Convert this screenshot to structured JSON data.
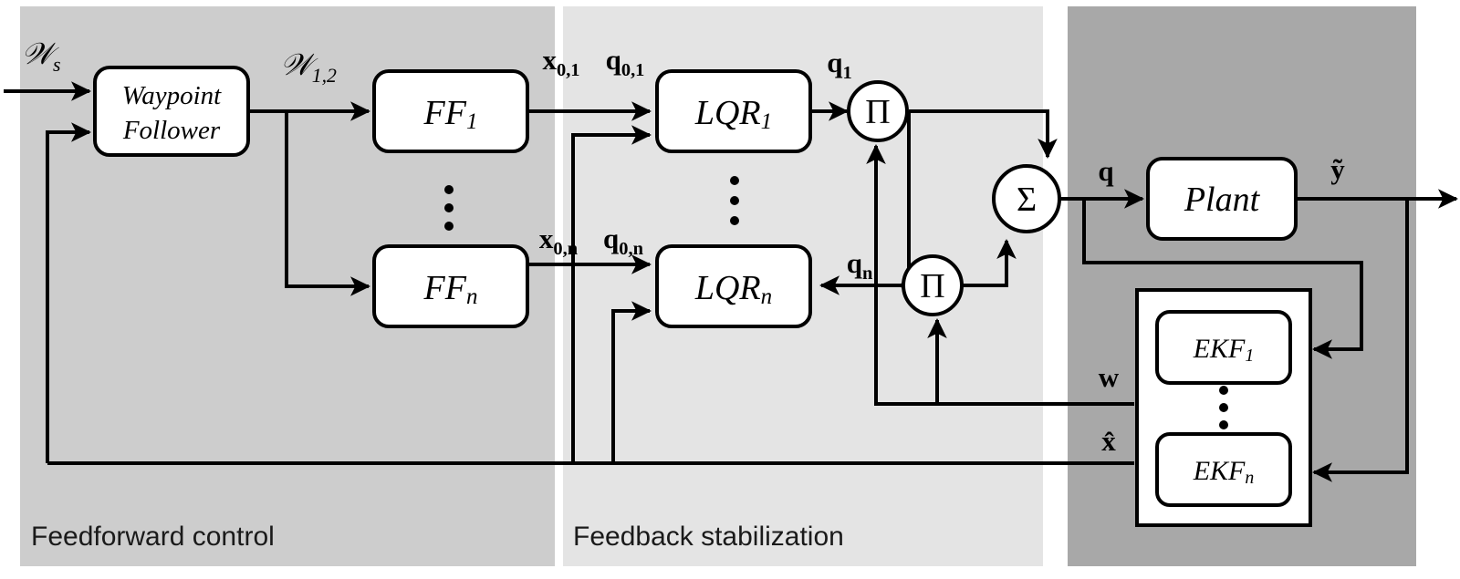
{
  "figure": {
    "type": "block-diagram",
    "title": "Hierarchical feedforward / feedback flight control architecture"
  },
  "panels": [
    {
      "id": "feedforward",
      "caption": "Feedforward control",
      "color": "#cdcdcd"
    },
    {
      "id": "feedback",
      "caption": "Feedback stabilization",
      "color": "#e4e4e4"
    },
    {
      "id": "plant-estimation",
      "caption": "",
      "color": "#a8a8a8"
    }
  ],
  "blocks": [
    {
      "id": "waypoint-follower",
      "label_line1": "Waypoint",
      "label_line2": "Follower",
      "shape": "rounded-rect"
    },
    {
      "id": "ff1",
      "label": "FF",
      "sub": "1",
      "shape": "rounded-rect"
    },
    {
      "id": "ffn",
      "label": "FF",
      "sub": "n",
      "shape": "rounded-rect"
    },
    {
      "id": "lqr1",
      "label": "LQR",
      "sub": "1",
      "shape": "rounded-rect"
    },
    {
      "id": "lqrn",
      "label": "LQR",
      "sub": "n",
      "shape": "rounded-rect"
    },
    {
      "id": "plant",
      "label": "Plant",
      "sub": "",
      "shape": "rounded-rect"
    },
    {
      "id": "ekf-container",
      "label": "",
      "sub": "",
      "shape": "rect"
    },
    {
      "id": "ekf1",
      "label": "EKF",
      "sub": "1",
      "shape": "rounded-rect"
    },
    {
      "id": "ekfn",
      "label": "EKF",
      "sub": "n",
      "shape": "rounded-rect"
    }
  ],
  "operators": [
    {
      "id": "pi-1",
      "symbol": "Π",
      "name": "product-operator-1"
    },
    {
      "id": "pi-n",
      "symbol": "Π",
      "name": "product-operator-n"
    },
    {
      "id": "sigma",
      "symbol": "Σ",
      "name": "summation-operator"
    }
  ],
  "signals": {
    "ws": {
      "base": "𝒲",
      "sub": "s"
    },
    "w12": {
      "base": "𝒲",
      "sub": "1,2"
    },
    "x0_1": {
      "base": "x",
      "sub": "0,1"
    },
    "q0_1": {
      "base": "q",
      "sub": "0,1"
    },
    "x0_n": {
      "base": "x",
      "sub": "0,n"
    },
    "q0_n": {
      "base": "q",
      "sub": "0,n"
    },
    "q1": {
      "base": "q",
      "sub": "1"
    },
    "qn": {
      "base": "q",
      "sub": "n"
    },
    "q": {
      "base": "q",
      "sub": ""
    },
    "y_tilde": {
      "base": "ỹ",
      "sub": ""
    },
    "w": {
      "base": "w",
      "sub": ""
    },
    "x_hat": {
      "base": "x̂",
      "sub": ""
    }
  },
  "ellipses": [
    {
      "id": "ff-ellipsis",
      "count": 3
    },
    {
      "id": "lqr-ellipsis",
      "count": 3
    },
    {
      "id": "ekf-ellipsis",
      "count": 3
    }
  ],
  "colors": {
    "panel_feedforward": "#cdcdcd",
    "panel_feedback": "#e4e4e4",
    "panel_plant": "#a8a8a8",
    "block_fill": "#ffffff",
    "stroke": "#000000",
    "page_background": "#ffffff"
  }
}
